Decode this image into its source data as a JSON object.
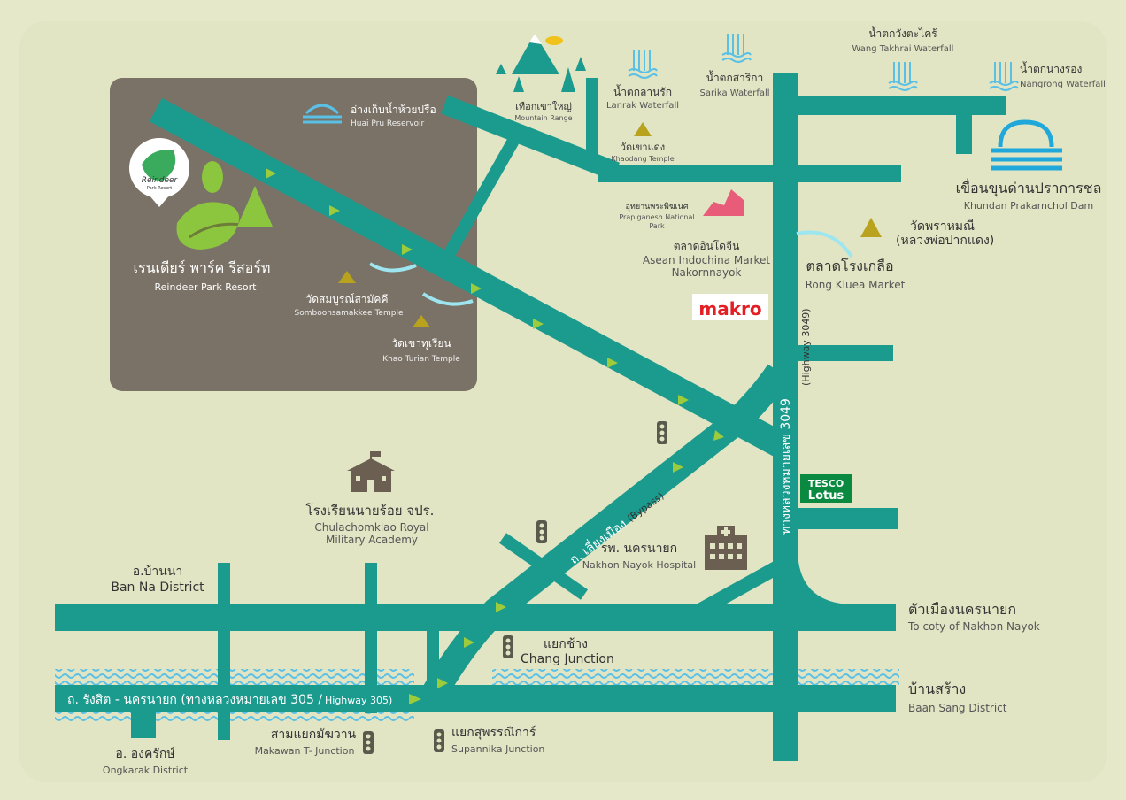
{
  "colors": {
    "background": "#e6e9c9",
    "road": "#1b9a8e",
    "resort_area": "#7a7266",
    "arrow": "#9ccb3b",
    "water": "#5bc0e6",
    "temple": "#b8a21e",
    "icon_dark": "#6b5f52",
    "park_green": "#8cc63f",
    "national_park": "#e85c7a",
    "makro_red": "#e31e24",
    "lotus_green": "#0a8a40"
  },
  "resort": {
    "name_th": "เรนเดียร์ พาร์ค รีสอร์ท",
    "name_en": "Reindeer Park Resort",
    "logo_text": "Reindeer",
    "logo_subtext": "Park Resort"
  },
  "landmarks": {
    "huai_pru": {
      "th": "อ่างเก็บน้ำห้วยปรือ",
      "en": "Huai Pru Reservoir"
    },
    "mountain": {
      "th": "เทือกเขาใหญ่",
      "en": "Mountain Range"
    },
    "lanrak": {
      "th": "น้ำตกลานรัก",
      "en": "Lanrak Waterfall"
    },
    "sarika": {
      "th": "น้ำตกสาริกา",
      "en": "Sarika Waterfall"
    },
    "wang_takhrai": {
      "th": "น้ำตกวังตะไคร้",
      "en": "Wang Takhrai Waterfall"
    },
    "nangrong": {
      "th": "น้ำตกนางรอง",
      "en": "Nangrong Waterfall"
    },
    "khaodang": {
      "th": "วัดเขาแดง",
      "en": "Khaodang Temple"
    },
    "prapiganesh": {
      "th": "อุทยานพระพิฆเนศ",
      "en1": "Prapiganesh National",
      "en2": "Park"
    },
    "khundan": {
      "th": "เขื่อนขุนด่านปราการชล",
      "en": "Khundan Prakarnchol Dam"
    },
    "wat_phram": {
      "th1": "วัดพราหมณี",
      "th2": "(หลวงพ่อปากแดง)"
    },
    "asean": {
      "th": "ตลาดอินโดจีน",
      "en1": "Asean Indochina Market",
      "en2": "Nakornnayok"
    },
    "rong_kluea": {
      "th": "ตลาดโรงเกลือ",
      "en": "Rong Kluea Market"
    },
    "makro": {
      "label": "makro"
    },
    "somboon": {
      "th": "วัดสมบูรณ์สามัคคี",
      "en": "Somboonsamakkee Temple"
    },
    "khao_turian": {
      "th": "วัดเขาทุเรียน",
      "en": "Khao Turian Temple"
    },
    "chula": {
      "th": "โรงเรียนนายร้อย จปร.",
      "en1": "Chulachomklao Royal",
      "en2": "Military Academy"
    },
    "tesco": {
      "line1": "TESCO",
      "line2": "Lotus"
    },
    "hospital": {
      "th": "รพ. นครนายก",
      "en": "Nakhon Nayok Hospital"
    },
    "ban_na": {
      "th": "อ.บ้านนา",
      "en": "Ban Na District"
    },
    "nakhon_nayok": {
      "th": "ตัวเมืองนครนายก",
      "en": "To coty of Nakhon Nayok"
    },
    "chang": {
      "th": "แยกช้าง",
      "en": "Chang Junction"
    },
    "baan_sang": {
      "th": "บ้านสร้าง",
      "en": "Baan Sang District"
    },
    "makawan": {
      "th": "สามแยกมัฆวาน",
      "en": "Makawan T- Junction"
    },
    "supannika": {
      "th": "แยกสุพรรณิการ์",
      "en": "Supannika Junction"
    },
    "ongkarak": {
      "th": "อ. องครักษ์",
      "en": "Ongkarak District"
    }
  },
  "roads": {
    "highway_305_th": "ถ. รังสิต - นครนายก (ทางหลวงหมายเลข 305 /",
    "highway_305_en": "Highway 305)",
    "bypass_th": "ถ. เลี่ยงเมือง",
    "bypass_en": "(Bypass)",
    "highway_3049_th": "ทางหลวงหมายเลข 3049",
    "highway_3049_en": "(Highway 3049)"
  }
}
